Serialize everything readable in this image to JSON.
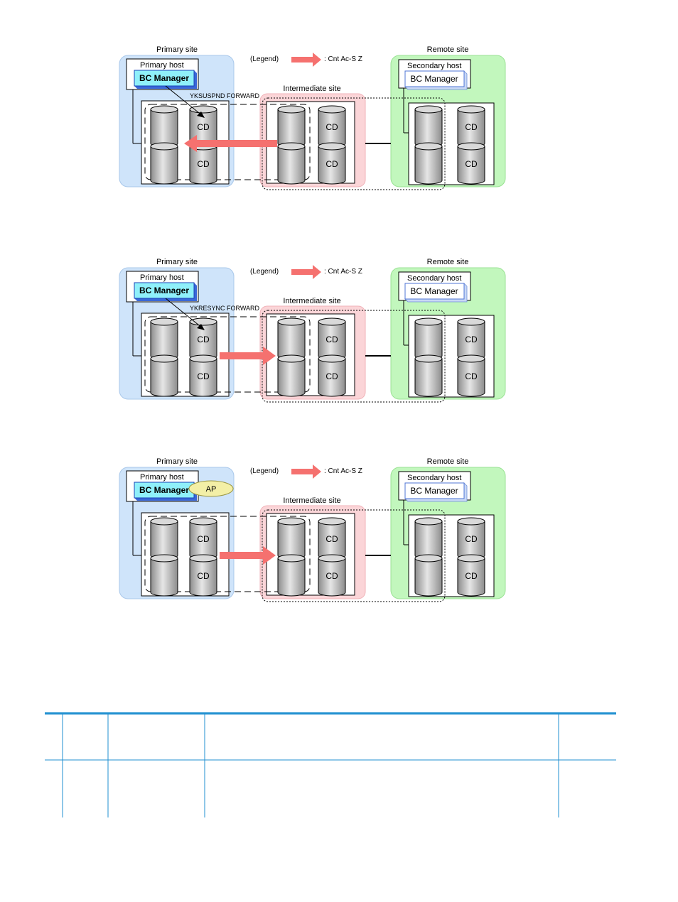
{
  "labels": {
    "primary_site": "Primary site",
    "remote_site": "Remote site",
    "intermediate_site": "Intermediate site",
    "primary_host": "Primary host",
    "secondary_host": "Secondary host",
    "bc_manager": "BC Manager",
    "legend": "(Legend)",
    "legend_arrow_text": ": Cnt Ac-S Z",
    "cd": "CD",
    "ap": "AP"
  },
  "colors": {
    "primary_site_bg": "#cfe4fa",
    "intermediate_site_bg": "#fbd5d8",
    "remote_site_bg": "#c2f7bd",
    "arrow": "#f5716f",
    "bc_manager_fill": "#8ff0fa",
    "ap_fill": "#f3efa6",
    "table_rule": "#1f8fd0"
  },
  "diagrams": [
    {
      "id": "suspend",
      "command": "YKSUSPND FORWARD",
      "arrow_direction": "to-primary",
      "show_ap": false,
      "show_command_arrow": true
    },
    {
      "id": "resync",
      "command": "YKRESYNC FORWARD",
      "arrow_direction": "to-intermediate",
      "show_ap": false,
      "show_command_arrow": true
    },
    {
      "id": "running",
      "command": "",
      "arrow_direction": "to-intermediate",
      "show_ap": true,
      "show_command_arrow": false
    }
  ]
}
